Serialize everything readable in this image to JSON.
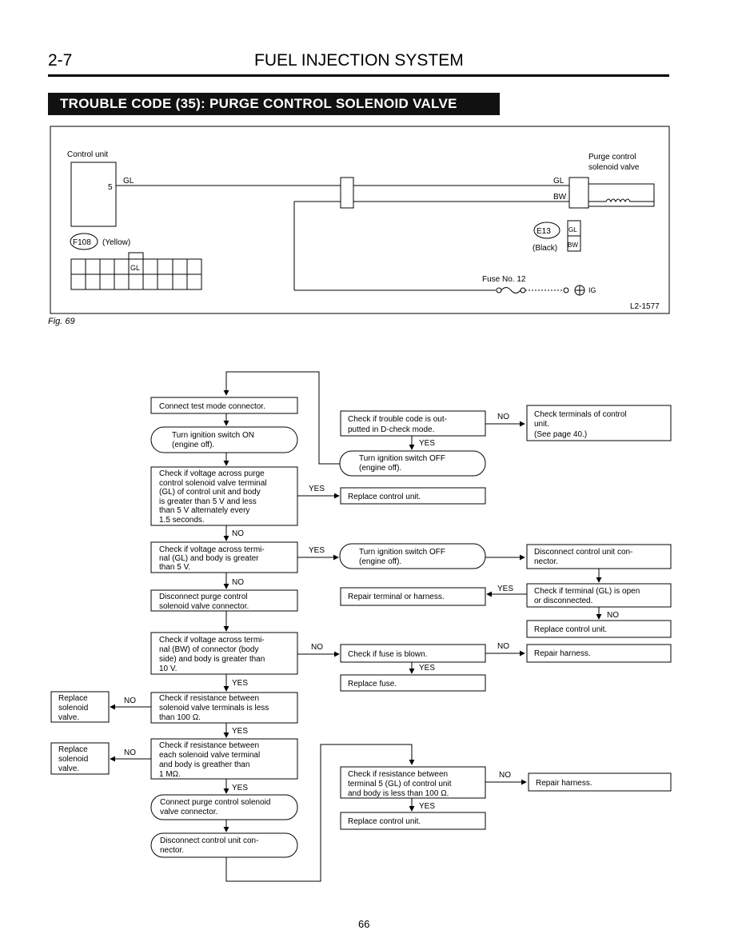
{
  "header": {
    "section": "2-7",
    "title": "FUEL INJECTION SYSTEM"
  },
  "banner": "TROUBLE CODE (35): PURGE CONTROL SOLENOID VALVE",
  "wiring": {
    "control_unit": "Control unit",
    "pin": "5",
    "wire_gl": "GL",
    "wire_bw": "BW",
    "solenoid_line1": "Purge control",
    "solenoid_line2": "solenoid valve",
    "connector_f108": "F108",
    "connector_f108_color": "(Yellow)",
    "connector_e13": "E13",
    "connector_e13_color": "(Black)",
    "fuse": "Fuse No. 12",
    "ig": "IG",
    "ref": "L2-1577"
  },
  "figure_caption": "Fig. 69",
  "flow": {
    "connect_test": "Connect test mode connector.",
    "ign_on_1": "Turn ignition switch ON",
    "ign_on_2": "(engine off).",
    "chk_purge_1": "Check if voltage across purge",
    "chk_purge_2": "control solenoid valve terminal",
    "chk_purge_3": "(GL) of control unit and body",
    "chk_purge_4": "is greater than 5 V and less",
    "chk_purge_5": "than 5 V alternately every",
    "chk_purge_6": "1.5 seconds.",
    "chk_code_1": "Check if trouble code is out-",
    "chk_code_2": "putted in D-check mode.",
    "chk_term_1": "Check terminals of control",
    "chk_term_2": "unit.",
    "chk_term_3": "(See page 40.)",
    "ign_off_1": "Turn ignition switch OFF",
    "ign_off_2": "(engine off).",
    "replace_cu": "Replace control unit.",
    "chk_gl_1": "Check if voltage across termi-",
    "chk_gl_2": "nal (GL) and body is greater",
    "chk_gl_3": "than 5 V.",
    "ign_off2_1": "Turn ignition switch OFF",
    "ign_off2_2": "(engine off).",
    "disc_cu_1": "Disconnect control unit con-",
    "disc_cu_2": "nector.",
    "disc_purge_1": "Disconnect purge control",
    "disc_purge_2": "solenoid valve connector.",
    "repair_term": "Repair terminal or harness.",
    "chk_open_1": "Check if terminal (GL) is open",
    "chk_open_2": "or disconnected.",
    "replace_cu2": "Replace control unit.",
    "chk_bw_1": "Check if voltage across termi-",
    "chk_bw_2": "nal (BW) of connector (body",
    "chk_bw_3": "side) and body is greater than",
    "chk_bw_4": "10 V.",
    "chk_fuse": "Check if fuse is blown.",
    "repair_harness": "Repair harness.",
    "replace_fuse": "Replace fuse.",
    "chk_res1_1": "Check if resistance between",
    "chk_res1_2": "solenoid valve terminals is less",
    "chk_res1_3": "than 100 Ω.",
    "replace_sol_1": "Replace",
    "replace_sol_2": "solenoid",
    "replace_sol_3": "valve.",
    "chk_res2_1": "Check if resistance between",
    "chk_res2_2": "each solenoid valve terminal",
    "chk_res2_3": "and body is greather than",
    "chk_res2_4": "1 MΩ.",
    "connect_purge_1": "Connect purge control solenoid",
    "connect_purge_2": "valve connector.",
    "disc_cu3_1": "Disconnect control unit con-",
    "disc_cu3_2": "nector.",
    "chk_res3_1": "Check if resistance between",
    "chk_res3_2": "terminal 5 (GL) of control unit",
    "chk_res3_3": "and body is less than 100 Ω.",
    "repair_harness2": "Repair harness.",
    "replace_cu3": "Replace control unit.",
    "yes": "YES",
    "no": "NO"
  },
  "page_number": "66"
}
